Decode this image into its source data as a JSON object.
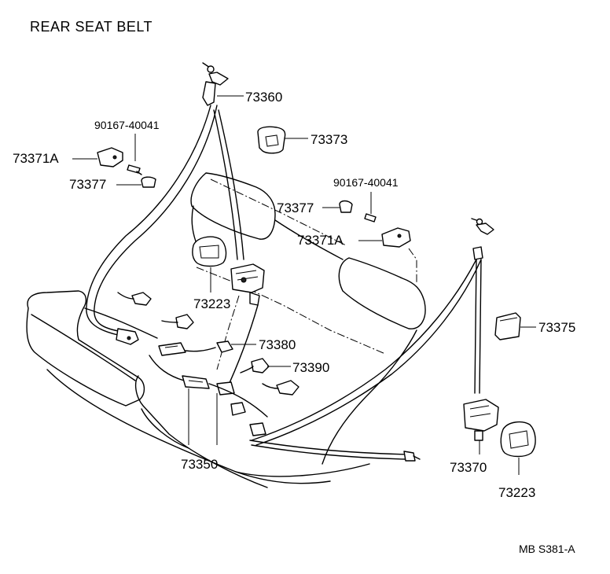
{
  "title": "REAR SEAT BELT",
  "footer_code": "MB  S381-A",
  "labels": {
    "p73360": "73360",
    "p73373": "73373",
    "p90167_left": "90167-40041",
    "p73371A_left": "73371A",
    "p73377_left": "73377",
    "p90167_right": "90167-40041",
    "p73377_right": "73377",
    "p73371A_right": "73371A",
    "p73223_center": "73223",
    "p73375": "73375",
    "p73380": "73380",
    "p73390": "73390",
    "p73350": "73350",
    "p73370": "73370",
    "p73223_right": "73223"
  }
}
